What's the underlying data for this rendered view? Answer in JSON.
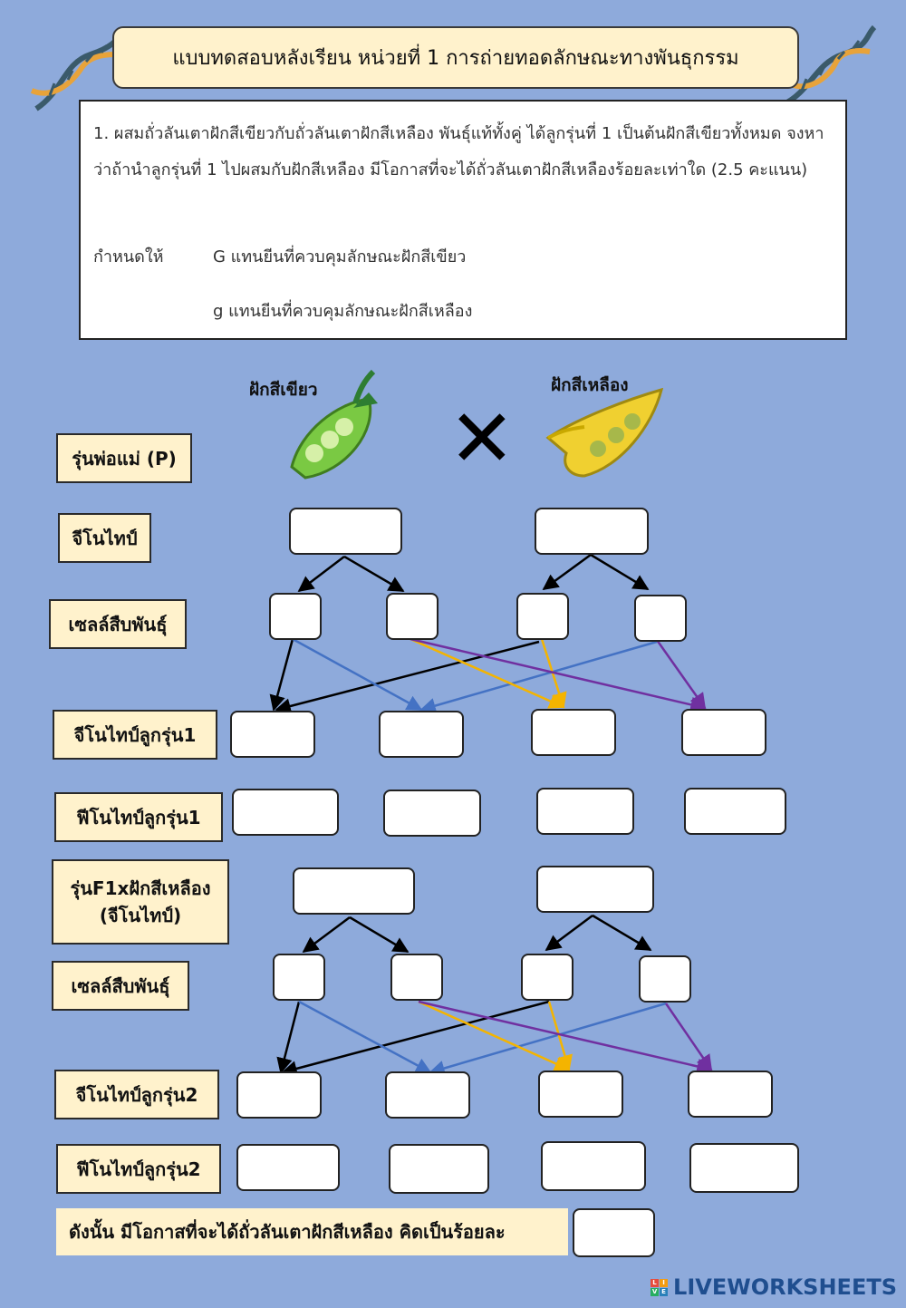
{
  "title": "แบบทดสอบหลังเรียน หน่วยที่ 1 การถ่ายทอดลักษณะทางพันธุกรรม",
  "question": {
    "text": "1. ผสมถั่วลันเตาฝักสีเขียวกับถั่วลันเตาฝักสีเหลือง พันธุ์แท้ทั้งคู่ ได้ลูกรุ่นที่ 1 เป็นต้นฝักสีเขียวทั้งหมด จงหาว่าถ้านำลูกรุ่นที่ 1 ไปผสมกับฝักสีเหลือง มีโอกาสที่จะได้ถั่วลันเตาฝักสีเหลืองร้อยละเท่าใด (2.5 คะแนน)",
    "given_label": "กำหนดให้",
    "given_1": "G แทนยีนที่ควบคุมลักษณะฝักสีเขียว",
    "given_2": "g แทนยีนที่ควบคุมลักษณะฝักสีเหลือง"
  },
  "pods": {
    "green_label": "ฝักสีเขียว",
    "yellow_label": "ฝักสีเหลือง",
    "cross_symbol": "✕"
  },
  "rows": {
    "parent": "รุ่นพ่อแม่ (P)",
    "genotype": "จีโนไทป์",
    "gametes_1": "เซลล์สืบพันธุ์",
    "f1_genotype": "จีโนไทป์ลูกรุ่น1",
    "f1_phenotype": "ฟีโนไทป์ลูกรุ่น1",
    "f1_cross_line1": "รุ่นF1xฝักสีเหลือง",
    "f1_cross_line2": "(จีโนไทป์)",
    "gametes_2": "เซลล์สืบพันธุ์",
    "f2_genotype": "จีโนไทป์ลูกรุ่น2",
    "f2_phenotype": "ฟีโนไทป์ลูกรุ่น2"
  },
  "conclusion": "ดังนั้น มีโอกาสที่จะได้ถั่วลันเตาฝักสีเหลือง คิดเป็นร้อยละ",
  "brand": "LIVEWORKSHEETS",
  "brand_letters": [
    "L",
    "I",
    "V",
    "E"
  ],
  "colors": {
    "background": "#8eaadb",
    "label_fill": "#fff2cc",
    "blue_arrow": "#4472c4",
    "yellow_arrow": "#f4b400",
    "purple_arrow": "#7030a0"
  }
}
